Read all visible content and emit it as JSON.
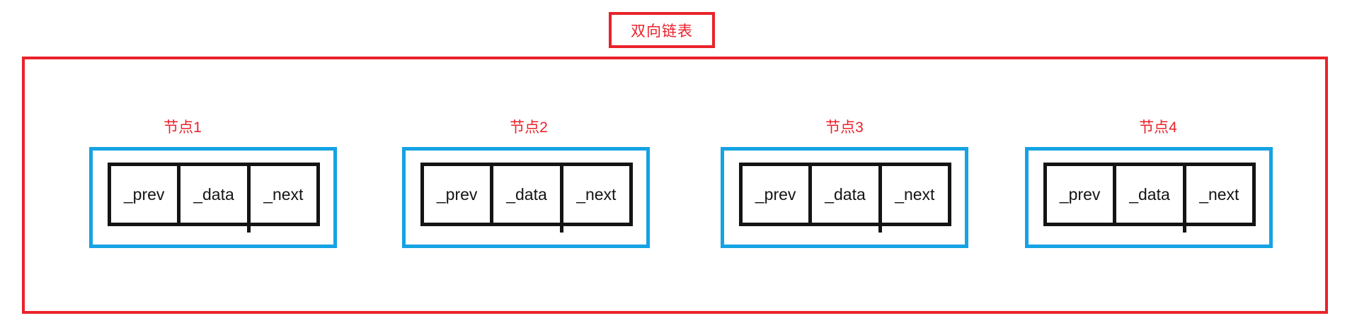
{
  "diagram": {
    "title": "双向链表",
    "nodes": [
      {
        "label": "节点1",
        "cells": [
          "_prev",
          "_data",
          "_next"
        ]
      },
      {
        "label": "节点2",
        "cells": [
          "_prev",
          "_data",
          "_next"
        ]
      },
      {
        "label": "节点3",
        "cells": [
          "_prev",
          "_data",
          "_next"
        ]
      },
      {
        "label": "节点4",
        "cells": [
          "_prev",
          "_data",
          "_next"
        ]
      }
    ]
  },
  "colors": {
    "red": "#ea222b",
    "blue": "#14a3e4",
    "ink": "#141414"
  }
}
